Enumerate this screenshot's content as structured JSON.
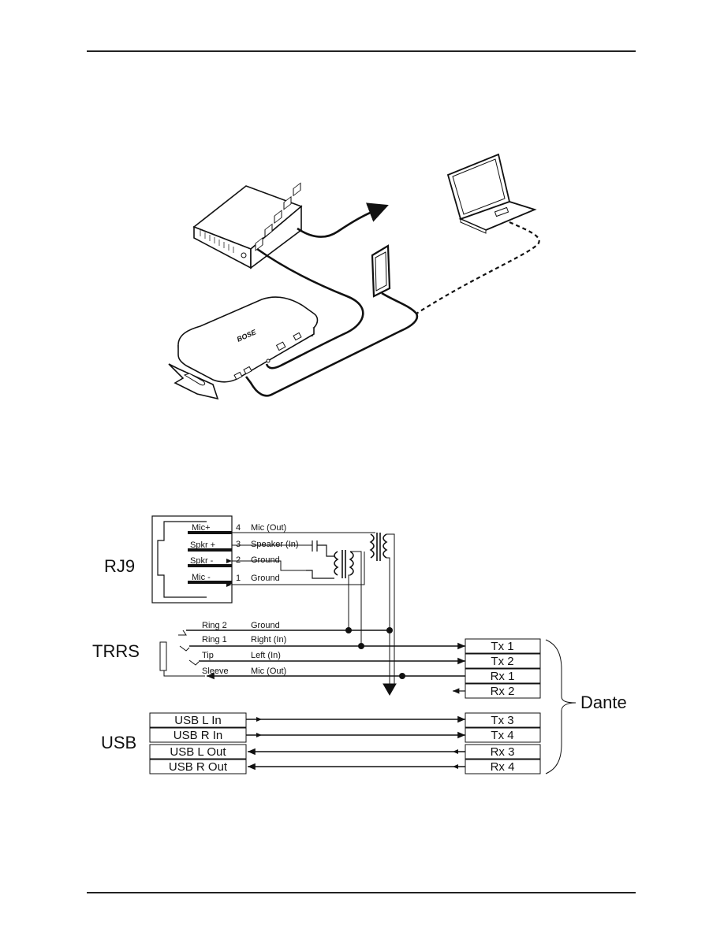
{
  "illustration": {
    "brand": "BOSE"
  },
  "schematic": {
    "rj9": {
      "title": "RJ9",
      "pins": [
        {
          "label": "Mic+",
          "num": "4",
          "signal": "Mic (Out)"
        },
        {
          "label": "Spkr +",
          "num": "3",
          "signal": "Speaker (In)"
        },
        {
          "label": "Spkr -",
          "num": "2",
          "signal": "Ground"
        },
        {
          "label": "Mic -",
          "num": "1",
          "signal": "Ground"
        }
      ]
    },
    "trrs": {
      "title": "TRRS",
      "pins": [
        {
          "label": "Ring 2",
          "signal": "Ground"
        },
        {
          "label": "Ring 1",
          "signal": "Right (In)"
        },
        {
          "label": "Tip",
          "signal": "Left (In)"
        },
        {
          "label": "Sleeve",
          "signal": "Mic (Out)"
        }
      ]
    },
    "usb": {
      "title": "USB",
      "ports": [
        "USB L In",
        "USB R In",
        "USB L Out",
        "USB R Out"
      ]
    },
    "dante": {
      "title": "Dante",
      "channels": [
        "Tx 1",
        "Tx 2",
        "Rx 1",
        "Rx 2",
        "Tx 3",
        "Tx 4",
        "Rx 3",
        "Rx 4"
      ]
    }
  }
}
